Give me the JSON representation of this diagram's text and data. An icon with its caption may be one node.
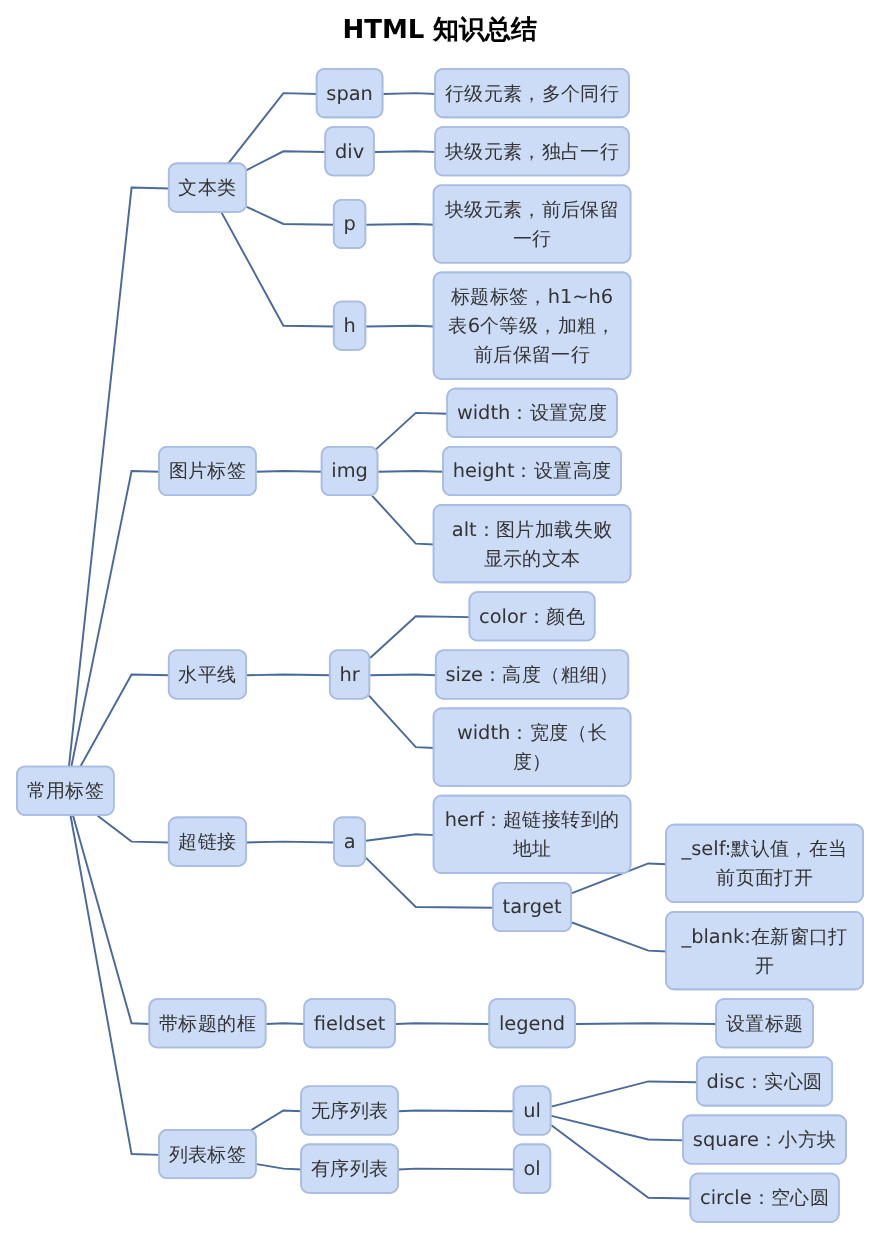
{
  "diagram": {
    "title": "HTML 知识总结",
    "nodes": [
      {
        "text": [
          "常用标签"
        ]
      },
      {
        "text": [
          "文本类"
        ]
      },
      {
        "text": [
          "span"
        ]
      },
      {
        "text": [
          "行级元素，多个同行"
        ]
      },
      {
        "text": [
          "div"
        ]
      },
      {
        "text": [
          "块级元素，独占一行"
        ]
      },
      {
        "text": [
          "p"
        ]
      },
      {
        "text": [
          "块级元素，前后保留一行"
        ]
      },
      {
        "text": [
          "h"
        ]
      },
      {
        "text": [
          "标题标签，h1~h6表6个等级，加粗，前后保留一行"
        ]
      },
      {
        "text": [
          "图片标签"
        ]
      },
      {
        "text": [
          "img"
        ]
      },
      {
        "text": [
          "width：设置宽度"
        ]
      },
      {
        "text": [
          "height：设置高度"
        ]
      },
      {
        "text": [
          "alt：图片加载失败显示的文本"
        ]
      },
      {
        "text": [
          "水平线"
        ]
      },
      {
        "text": [
          "hr"
        ]
      },
      {
        "text": [
          "color：颜色"
        ]
      },
      {
        "text": [
          "size：高度（粗细）"
        ]
      },
      {
        "text": [
          "width：宽度（长度）"
        ]
      },
      {
        "text": [
          "超链接"
        ]
      },
      {
        "text": [
          "a"
        ]
      },
      {
        "text": [
          "herf：超链接转到的地址"
        ]
      },
      {
        "text": [
          "target"
        ]
      },
      {
        "text": [
          "_self:默认值，在当前页面打开"
        ]
      },
      {
        "text": [
          "_blank:在新窗口打开"
        ]
      },
      {
        "text": [
          "带标题的框"
        ]
      },
      {
        "text": [
          "fieldset"
        ]
      },
      {
        "text": [
          "legend"
        ]
      },
      {
        "text": [
          "设置标题"
        ]
      },
      {
        "text": [
          "列表标签"
        ]
      },
      {
        "text": [
          "无序列表"
        ]
      },
      {
        "text": [
          "ul"
        ]
      },
      {
        "text": [
          "disc：实心圆"
        ]
      },
      {
        "text": [
          "square：小方块"
        ]
      },
      {
        "text": [
          "circle：空心圆"
        ]
      },
      {
        "text": [
          "有序列表"
        ]
      },
      {
        "text": [
          "ol"
        ]
      }
    ],
    "edges": [
      {
        "from": 0,
        "to": 1,
        "arrow": "none"
      },
      {
        "from": 1,
        "to": 2,
        "arrow": "none"
      },
      {
        "from": 2,
        "to": 3,
        "arrow": "none"
      },
      {
        "from": 1,
        "to": 4,
        "arrow": "none"
      },
      {
        "from": 4,
        "to": 5,
        "arrow": "none"
      },
      {
        "from": 1,
        "to": 6,
        "arrow": "none"
      },
      {
        "from": 6,
        "to": 7,
        "arrow": "none"
      },
      {
        "from": 1,
        "to": 8,
        "arrow": "none"
      },
      {
        "from": 8,
        "to": 9,
        "arrow": "none"
      },
      {
        "from": 0,
        "to": 10,
        "arrow": "none"
      },
      {
        "from": 10,
        "to": 11,
        "arrow": "none"
      },
      {
        "from": 11,
        "to": 12,
        "arrow": "none"
      },
      {
        "from": 11,
        "to": 13,
        "arrow": "none"
      },
      {
        "from": 11,
        "to": 14,
        "arrow": "none"
      },
      {
        "from": 0,
        "to": 15,
        "arrow": "none"
      },
      {
        "from": 15,
        "to": 16,
        "arrow": "none"
      },
      {
        "from": 16,
        "to": 17,
        "arrow": "none"
      },
      {
        "from": 16,
        "to": 18,
        "arrow": "none"
      },
      {
        "from": 16,
        "to": 19,
        "arrow": "none"
      },
      {
        "from": 0,
        "to": 20,
        "arrow": "none"
      },
      {
        "from": 20,
        "to": 21,
        "arrow": "none"
      },
      {
        "from": 21,
        "to": 22,
        "arrow": "none"
      },
      {
        "from": 21,
        "to": 23,
        "arrow": "none"
      },
      {
        "from": 23,
        "to": 24,
        "arrow": "none"
      },
      {
        "from": 23,
        "to": 25,
        "arrow": "none"
      },
      {
        "from": 0,
        "to": 26,
        "arrow": "none"
      },
      {
        "from": 26,
        "to": 27,
        "arrow": "none"
      },
      {
        "from": 27,
        "to": 28,
        "arrow": "none"
      },
      {
        "from": 28,
        "to": 29,
        "arrow": "none"
      },
      {
        "from": 0,
        "to": 30,
        "arrow": "none"
      },
      {
        "from": 30,
        "to": 31,
        "arrow": "none"
      },
      {
        "from": 31,
        "to": 32,
        "arrow": "none"
      },
      {
        "from": 32,
        "to": 33,
        "arrow": "none"
      },
      {
        "from": 32,
        "to": 34,
        "arrow": "none"
      },
      {
        "from": 32,
        "to": 35,
        "arrow": "none"
      },
      {
        "from": 30,
        "to": 36,
        "arrow": "none"
      },
      {
        "from": 36,
        "to": 37,
        "arrow": "none"
      }
    ]
  }
}
